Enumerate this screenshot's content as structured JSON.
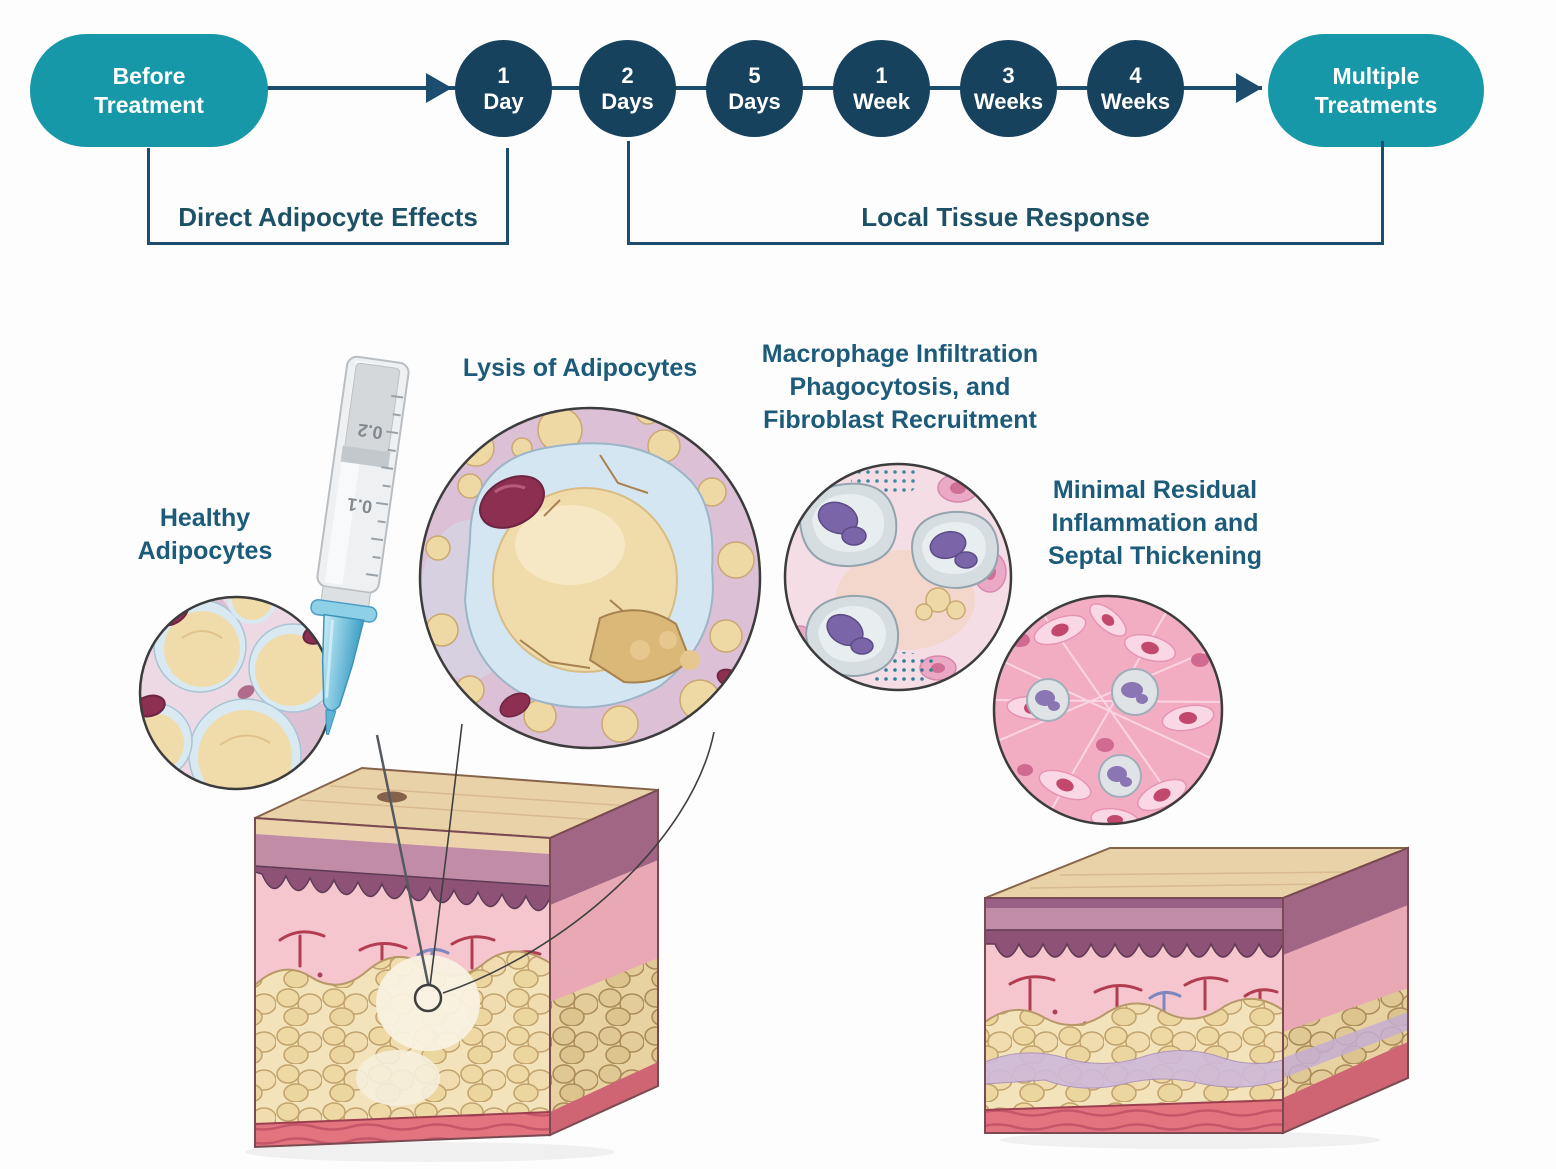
{
  "colors": {
    "teal": "#1798a8",
    "navy": "#17425e",
    "line": "#1c4d6e",
    "phase-text": "#1d5166",
    "stage-text": "#1c5b79"
  },
  "timeline": {
    "start": {
      "line1": "Before",
      "line2": "Treatment"
    },
    "end": {
      "line1": "Multiple",
      "line2": "Treatments"
    },
    "nodes": [
      {
        "value": "1",
        "unit": "Day"
      },
      {
        "value": "2",
        "unit": "Days"
      },
      {
        "value": "5",
        "unit": "Days"
      },
      {
        "value": "1",
        "unit": "Week"
      },
      {
        "value": "3",
        "unit": "Weeks"
      },
      {
        "value": "4",
        "unit": "Weeks"
      }
    ],
    "phase_left": "Direct Adipocyte Effects",
    "phase_right": "Local Tissue Response"
  },
  "stages": {
    "healthy": {
      "line1": "Healthy",
      "line2": "Adipocytes"
    },
    "lysis": {
      "line1": "Lysis of Adipocytes"
    },
    "macrophage": {
      "line1": "Macrophage Infiltration",
      "line2": "Phagocytosis, and",
      "line3": "Fibroblast Recruitment"
    },
    "residual": {
      "line1": "Minimal Residual",
      "line2": "Inflammation and",
      "line3": "Septal Thickening"
    }
  },
  "syringe": {
    "marking_top": "0.2",
    "marking_bottom": "0.1"
  }
}
